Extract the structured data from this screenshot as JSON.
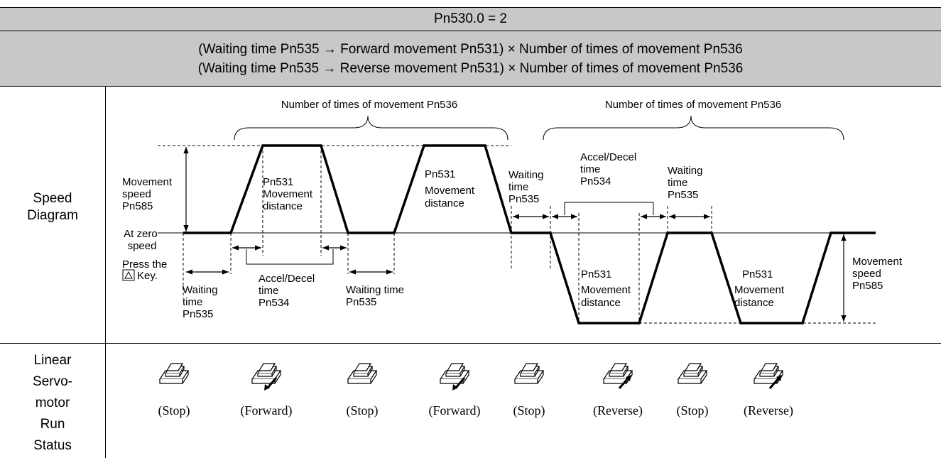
{
  "header": {
    "title": "Pn530.0 = 2",
    "line1": "(Waiting time Pn535 → Forward movement Pn531) × Number of times of movement Pn536",
    "line2": "(Waiting time Pn535 → Reverse movement Pn531) × Number of times of movement Pn536"
  },
  "rows": {
    "speed_diagram": "Speed\nDiagram",
    "run_status": "Linear\nServo-\nmotor\nRun\nStatus"
  },
  "diagram": {
    "count_label_left": "Number of times of movement Pn536",
    "count_label_right": "Number of times of movement Pn536",
    "movement_speed_left": [
      "Movement",
      "speed",
      "Pn585"
    ],
    "movement_speed_right": [
      "Movement",
      "speed",
      "Pn585"
    ],
    "zero_speed": [
      "At zero",
      "speed"
    ],
    "press_key": [
      "Press the",
      "Key."
    ],
    "waiting_1": [
      "Waiting",
      "time",
      "Pn535"
    ],
    "waiting_2": "Waiting time",
    "waiting_2b": "Pn535",
    "waiting_3": [
      "Waiting",
      "time",
      "Pn535"
    ],
    "waiting_4": [
      "Waiting",
      "time",
      "Pn535"
    ],
    "accel_lower": [
      "Accel/Decel",
      "time",
      "Pn534"
    ],
    "accel_upper": [
      "Accel/Decel",
      "time",
      "Pn534"
    ],
    "move_dist_1": [
      "Pn531",
      "Movement",
      "distance"
    ],
    "move_dist_2": [
      "Pn531",
      "Movement",
      "distance"
    ],
    "move_dist_3": [
      "Pn531",
      "Movement",
      "distance"
    ],
    "move_dist_4": [
      "Pn531",
      "Movement",
      "distance"
    ]
  },
  "status": [
    {
      "label": "(Stop)",
      "arrow": "none"
    },
    {
      "label": "(Forward)",
      "arrow": "forward"
    },
    {
      "label": "(Stop)",
      "arrow": "none"
    },
    {
      "label": "(Forward)",
      "arrow": "forward"
    },
    {
      "label": "(Stop)",
      "arrow": "none"
    },
    {
      "label": "(Reverse)",
      "arrow": "reverse"
    },
    {
      "label": "(Stop)",
      "arrow": "none"
    },
    {
      "label": "(Reverse)",
      "arrow": "reverse"
    }
  ]
}
